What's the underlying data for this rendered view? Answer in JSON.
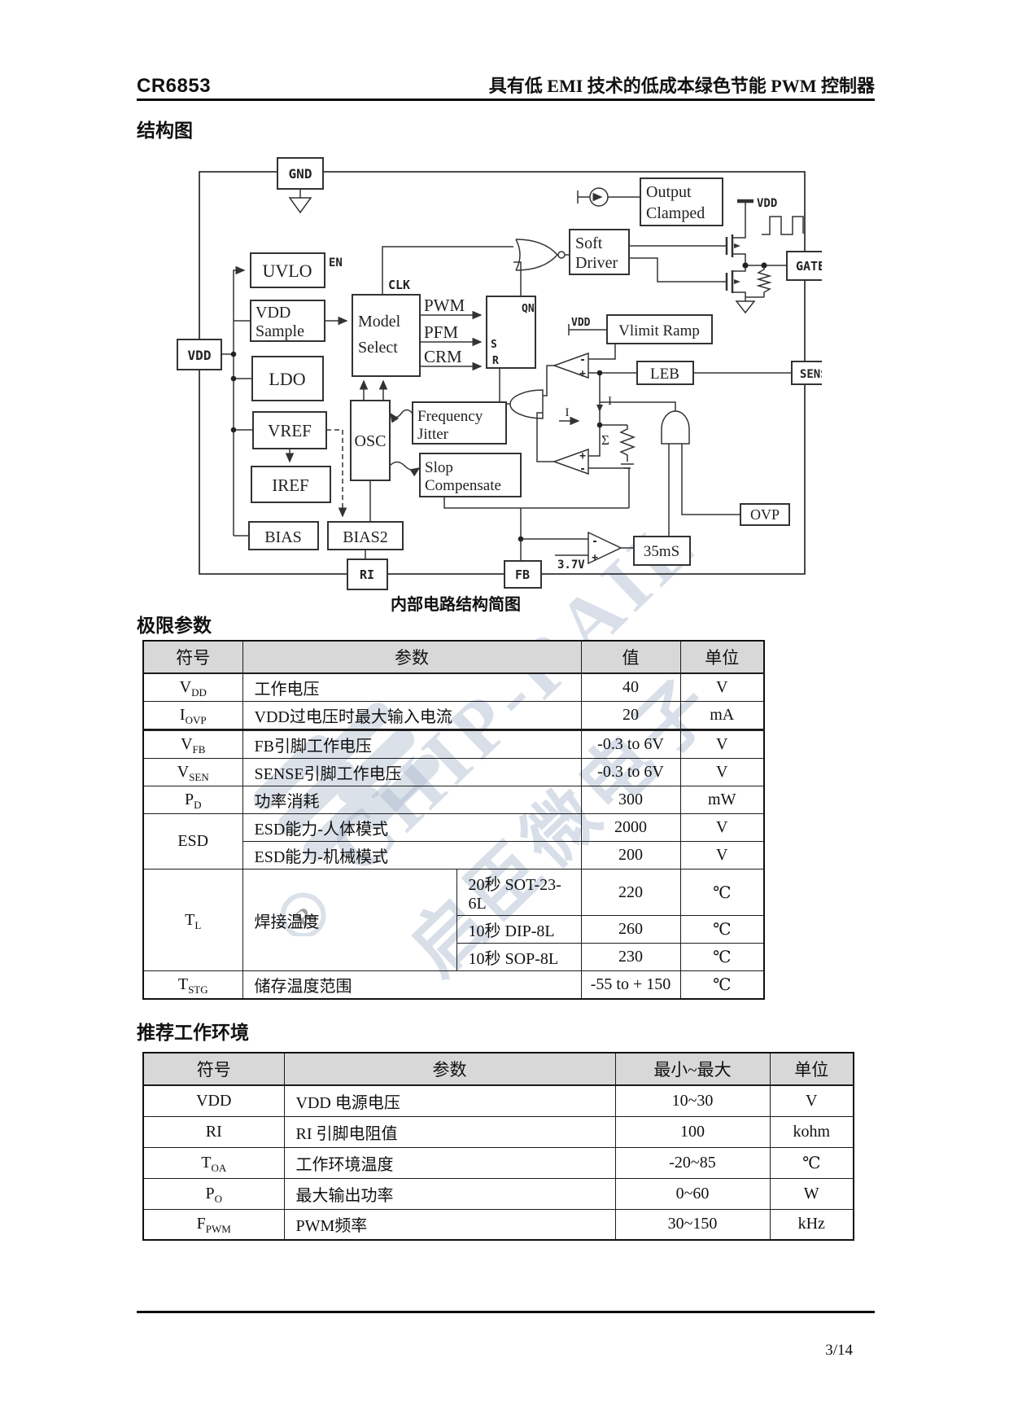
{
  "header": {
    "product": "CR6853",
    "title": "具有低 EMI 技术的低成本绿色节能 PWM 控制器"
  },
  "sections": {
    "structure": "结构图",
    "limits": "极限参数",
    "recommended": "推荐工作环境"
  },
  "diagram": {
    "caption": "内部电路结构简图",
    "blocks": {
      "gnd": "GND",
      "vdd_pin": "VDD",
      "uvlo": "UVLO",
      "vdd_sample_1": "VDD",
      "vdd_sample_2": "Sample",
      "ldo": "LDO",
      "vref": "VREF",
      "iref": "IREF",
      "bias": "BIAS",
      "bias2": "BIAS2",
      "ri": "RI",
      "model_1": "Model",
      "model_2": "Select",
      "osc": "OSC",
      "freq_1": "Frequency",
      "freq_2": "Jitter",
      "slop_1": "Slop",
      "slop_2": "Compensate",
      "soft_1": "Soft",
      "soft_2": "Driver",
      "oc_1": "Output",
      "oc_2": "Clamped",
      "vlimit": "Vlimit Ramp",
      "leb": "LEB",
      "sense": "SENSE",
      "gate": "GATE",
      "ovp": "OVP",
      "timer": "35mS",
      "fb": "FB"
    },
    "signals": {
      "clk": "CLK",
      "en": "EN",
      "pwm": "PWM",
      "pfm": "PFM",
      "crm": "CRM",
      "qn": "QN",
      "s": "S",
      "r": "R",
      "vdd": "VDD",
      "vdd2": "VDD",
      "v37": "3.7V",
      "sigma": "Σ",
      "i_down": "I",
      "i_right": "I",
      "minus": "-",
      "plus": "+"
    }
  },
  "limits_table": {
    "headers": [
      "符号",
      "参数",
      "值",
      "单位"
    ],
    "rows_top": [
      {
        "sym_base": "V",
        "sym_sub": "DD",
        "param": "工作电压",
        "value": "40",
        "unit": "V"
      },
      {
        "sym_base": "I",
        "sym_sub": "OVP",
        "param": "VDD过电压时最大输入电流",
        "value": "20",
        "unit": "mA"
      },
      {
        "sym_base": "V",
        "sym_sub": "FB",
        "param": "FB引脚工作电压",
        "value": "-0.3 to 6V",
        "unit": "V"
      },
      {
        "sym_base": "V",
        "sym_sub": "SEN",
        "param": "SENSE引脚工作电压",
        "value": "-0.3 to 6V",
        "unit": "V"
      },
      {
        "sym_base": "P",
        "sym_sub": "D",
        "param": "功率消耗",
        "value": "300",
        "unit": "mW"
      }
    ],
    "esd": {
      "sym": "ESD",
      "rows": [
        {
          "param": "ESD能力-人体模式",
          "value": "2000",
          "unit": "V"
        },
        {
          "param": "ESD能力-机械模式",
          "value": "200",
          "unit": "V"
        }
      ]
    },
    "tl": {
      "sym_base": "T",
      "sym_sub": "L",
      "param": "焊接温度",
      "rows": [
        {
          "cond": "20秒  SOT-23-6L",
          "value": "220",
          "unit": "℃"
        },
        {
          "cond": "10秒  DIP-8L",
          "value": "260",
          "unit": "℃"
        },
        {
          "cond": "10秒  SOP-8L",
          "value": "230",
          "unit": "℃"
        }
      ]
    },
    "row_stg": {
      "sym_base": "T",
      "sym_sub": "STG",
      "param": "储存温度范围",
      "value": "-55 to + 150",
      "unit": "℃"
    }
  },
  "recommended_table": {
    "headers": [
      "符号",
      "参数",
      "最小~最大",
      "单位"
    ],
    "rows": [
      {
        "sym_base": "VDD",
        "sym_sub": "",
        "param": "VDD  电源电压",
        "range": "10~30",
        "unit": "V"
      },
      {
        "sym_base": "RI",
        "sym_sub": "",
        "param": "RI  引脚电阻值",
        "range": "100",
        "unit": "kohm"
      },
      {
        "sym_base": "T",
        "sym_sub": "OA",
        "param": "工作环境温度",
        "range": "-20~85",
        "unit": "℃"
      },
      {
        "sym_base": "P",
        "sym_sub": "O",
        "param": "最大输出功率",
        "range": "0~60",
        "unit": "W"
      },
      {
        "sym_base": "F",
        "sym_sub": "PWM",
        "param": "PWM频率",
        "range": "30~150",
        "unit": "kHz"
      }
    ]
  },
  "watermark": {
    "line1": "CHIP-RAIL",
    "line2": "启臣微电子",
    "registered": "R"
  },
  "footer": {
    "page": "3/14"
  }
}
